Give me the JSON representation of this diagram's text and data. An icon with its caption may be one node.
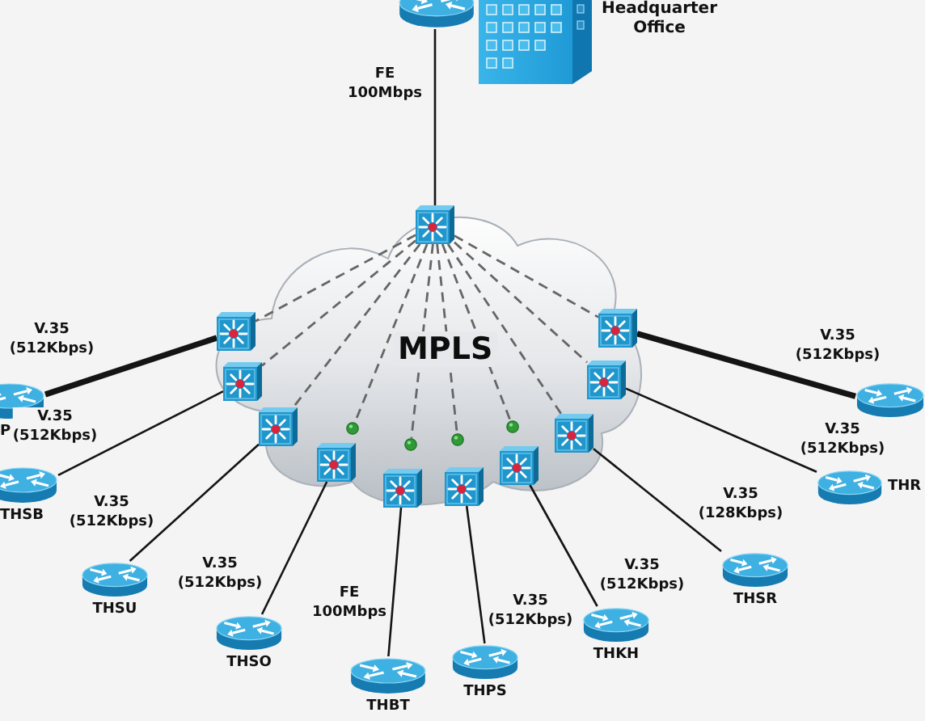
{
  "diagram": {
    "nodes": [
      {
        "text": [],
        "shape": "cylinder"
      },
      {
        "text": [
          "Headquarter Office"
        ]
      },
      {
        "text": [
          "MPLS"
        ]
      },
      {
        "text": [],
        "shape": "box",
        "in": 2
      },
      {
        "text": [],
        "shape": "box",
        "in": 2
      },
      {
        "text": [],
        "shape": "box",
        "in": 2
      },
      {
        "text": [],
        "shape": "box",
        "in": 2
      },
      {
        "text": [],
        "shape": "box",
        "in": 2
      },
      {
        "text": [],
        "shape": "box",
        "in": 2
      },
      {
        "text": [],
        "shape": "box",
        "in": 2
      },
      {
        "text": [],
        "shape": "box",
        "in": 2
      },
      {
        "text": [],
        "shape": "box",
        "in": 2
      },
      {
        "text": [],
        "shape": "box",
        "in": 2
      },
      {
        "text": [],
        "shape": "box",
        "in": 2
      },
      {
        "text": [],
        "shape": "circle",
        "in": 2
      },
      {
        "text": [],
        "shape": "circle",
        "in": 2
      },
      {
        "text": [],
        "shape": "circle",
        "in": 2
      },
      {
        "text": [],
        "shape": "circle",
        "in": 2
      },
      {
        "text": [
          "P"
        ]
      },
      {
        "text": [
          "THSB"
        ]
      },
      {
        "text": [
          "THSU"
        ]
      },
      {
        "text": [
          "THSO"
        ]
      },
      {
        "text": [
          "THBT"
        ]
      },
      {
        "text": [
          "THPS"
        ]
      },
      {
        "text": [
          "THKH"
        ]
      },
      {
        "text": [
          "THSR"
        ]
      },
      {
        "text": [
          "THR"
        ]
      },
      {
        "text": [],
        "shape": "cylinder"
      }
    ],
    "edges": [
      {
        "from": 0,
        "to": 3,
        "arrow": "none",
        "label": "FE 100Mbps"
      },
      {
        "from": 3,
        "to": 4,
        "arrow": "none",
        "style": "dashed",
        "color": "#666666"
      },
      {
        "from": 3,
        "to": 5,
        "arrow": "none",
        "style": "dashed",
        "color": "#666666"
      },
      {
        "from": 3,
        "to": 6,
        "arrow": "none",
        "style": "dashed",
        "color": "#666666"
      },
      {
        "from": 3,
        "to": 14,
        "arrow": "none",
        "style": "dashed",
        "color": "#666666"
      },
      {
        "from": 3,
        "to": 15,
        "arrow": "none",
        "style": "dashed",
        "color": "#666666"
      },
      {
        "from": 3,
        "to": 16,
        "arrow": "none",
        "style": "dashed",
        "color": "#666666"
      },
      {
        "from": 3,
        "to": 17,
        "arrow": "none",
        "style": "dashed",
        "color": "#666666"
      },
      {
        "from": 3,
        "to": 11,
        "arrow": "none",
        "style": "dashed",
        "color": "#666666"
      },
      {
        "from": 3,
        "to": 12,
        "arrow": "none",
        "style": "dashed",
        "color": "#666666"
      },
      {
        "from": 3,
        "to": 13,
        "arrow": "none",
        "style": "dashed",
        "color": "#666666"
      },
      {
        "from": 4,
        "to": 18,
        "arrow": "none",
        "label": "V.35 (512Kbps)",
        "style": "thick"
      },
      {
        "from": 5,
        "to": 19,
        "arrow": "none",
        "label": "V.35 (512Kbps)"
      },
      {
        "from": 6,
        "to": 20,
        "arrow": "none",
        "label": "V.35 (512Kbps)"
      },
      {
        "from": 7,
        "to": 21,
        "arrow": "none",
        "label": "V.35 (512Kbps)"
      },
      {
        "from": 8,
        "to": 22,
        "arrow": "none",
        "label": "FE 100Mbps"
      },
      {
        "from": 9,
        "to": 23,
        "arrow": "none",
        "label": "V.35 (512Kbps)"
      },
      {
        "from": 10,
        "to": 24,
        "arrow": "none",
        "label": "V.35 (512Kbps)"
      },
      {
        "from": 11,
        "to": 25,
        "arrow": "none",
        "label": "V.35 (128Kbps)"
      },
      {
        "from": 12,
        "to": 26,
        "arrow": "none",
        "label": "V.35 (512Kbps)"
      },
      {
        "from": 13,
        "to": 27,
        "arrow": "none",
        "label": "V.35 (512Kbps)",
        "style": "thick"
      }
    ]
  }
}
